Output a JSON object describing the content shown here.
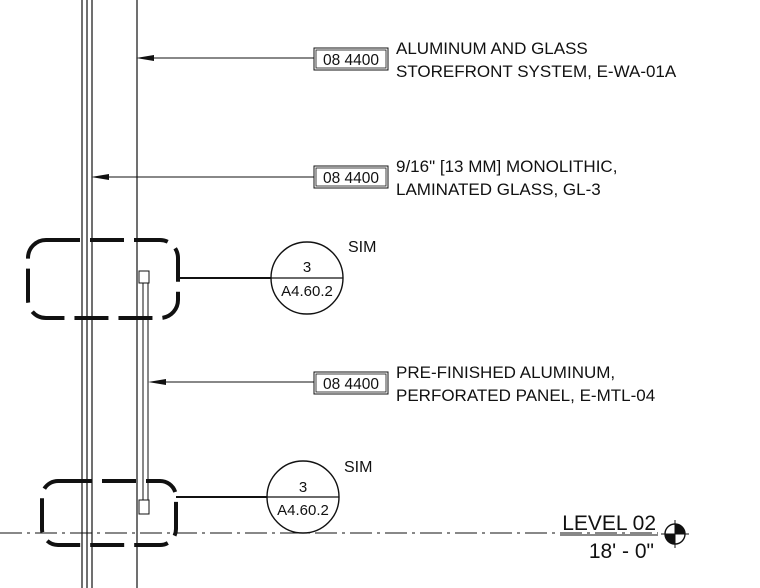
{
  "notes": [
    {
      "code": "08 4400",
      "line1": "ALUMINUM AND GLASS",
      "line2": "STOREFRONT SYSTEM, E-WA-01A"
    },
    {
      "code": "08 4400",
      "line1": "9/16\" [13 MM] MONOLITHIC,",
      "line2": "LAMINATED GLASS, GL-3"
    },
    {
      "code": "08 4400",
      "line1": "PRE-FINISHED ALUMINUM,",
      "line2": "PERFORATED PANEL, E-MTL-04"
    }
  ],
  "details": [
    {
      "number": "3",
      "sheet": "A4.60.2",
      "sim": "SIM"
    },
    {
      "number": "3",
      "sheet": "A4.60.2",
      "sim": "SIM"
    }
  ],
  "level": {
    "name": "LEVEL 02",
    "elevation": "18' - 0\""
  }
}
